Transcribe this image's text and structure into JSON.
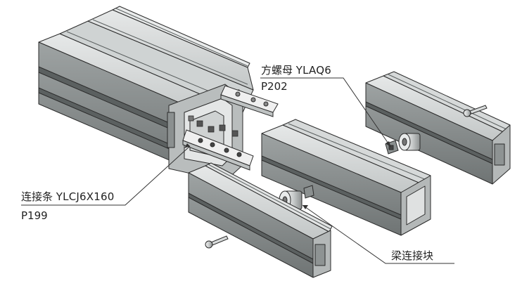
{
  "labels": {
    "square_nut": {
      "name": "方螺母",
      "code": "YLAQ6",
      "page": "P202"
    },
    "connector_strip": {
      "name": "连接条",
      "code": "YLCJ6X160",
      "page": "P199"
    },
    "beam_block": {
      "name": "梁连接块"
    }
  },
  "colors": {
    "profile_light": "#d3d6d6",
    "profile_mid": "#a9adad",
    "profile_dark": "#6d7272",
    "outline": "#2b2b2b",
    "strip": "#efefef",
    "leader": "#333333",
    "text": "#222222"
  }
}
